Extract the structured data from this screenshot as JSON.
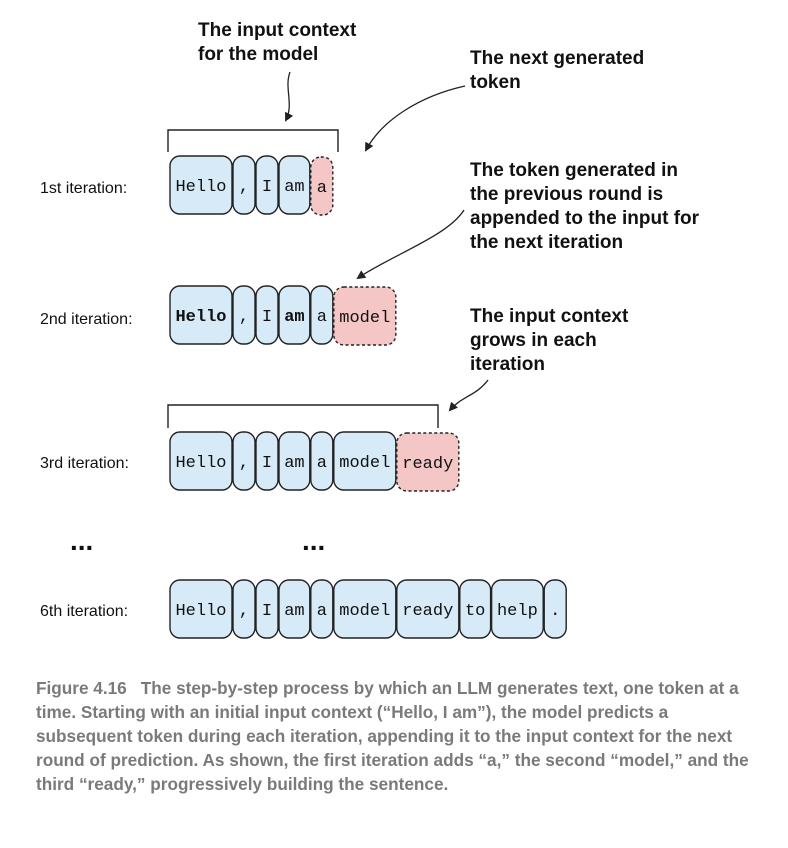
{
  "annotations": {
    "input_context": [
      "The input context",
      "for the model"
    ],
    "next_token": [
      "The next generated",
      "token"
    ],
    "appended": [
      "The token generated in",
      "the previous round is",
      "appended to the input for",
      "the next iteration"
    ],
    "grows": [
      "The input context",
      "grows in each",
      "iteration"
    ]
  },
  "iterations": [
    {
      "label": "1st iteration:",
      "tokens": [
        "Hello",
        ",",
        "I",
        "am"
      ],
      "new_token": "a",
      "bold_tokens": []
    },
    {
      "label": "2nd iteration:",
      "tokens": [
        "Hello",
        ",",
        "I",
        "am",
        "a"
      ],
      "new_token": "model",
      "bold_tokens": [
        "Hello",
        "am"
      ]
    },
    {
      "label": "3rd iteration:",
      "tokens": [
        "Hello",
        ",",
        "I",
        "am",
        "a",
        "model"
      ],
      "new_token": "ready",
      "bold_tokens": []
    },
    {
      "label": "6th iteration:",
      "tokens": [
        "Hello",
        ",",
        "I",
        "am",
        "a",
        "model",
        "ready",
        "to",
        "help",
        "."
      ],
      "new_token": "",
      "bold_tokens": []
    }
  ],
  "ellipsis": "...",
  "caption": {
    "figure": "Figure 4.16",
    "text": "The step-by-step process by which an LLM generates text, one token at a time. Starting with an initial input context (“Hello, I am”), the model predicts a subsequent token during each iteration, appending it to the input context for the next round of prediction. As shown, the first iteration adds “a,” the second “model,” and the third “ready,” progressively building the sentence."
  },
  "colors": {
    "token_fill": "#d6eaf8",
    "new_token_fill": "#f4c6c6",
    "stroke": "#222222",
    "caption_text": "#7a7a7a"
  }
}
